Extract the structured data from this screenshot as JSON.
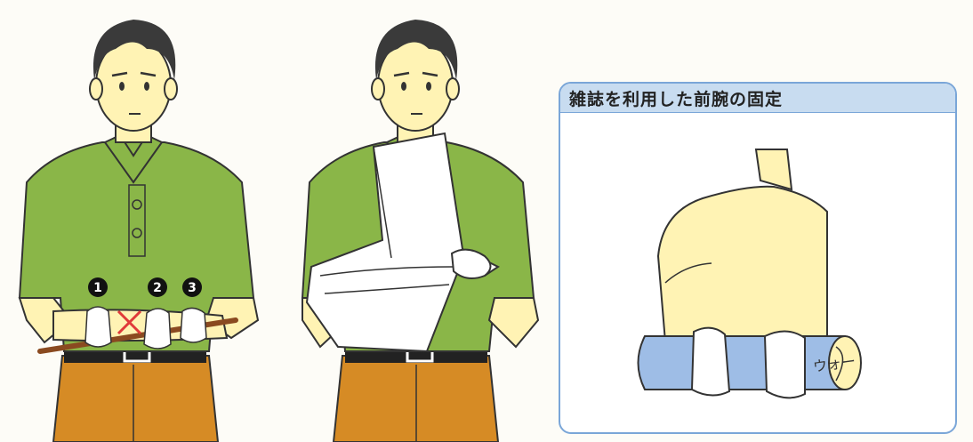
{
  "inset": {
    "title": "雑誌を利用した前腕の固定",
    "magazine_text": "ウォー"
  },
  "markers": [
    {
      "label": "1"
    },
    {
      "label": "2"
    },
    {
      "label": "3"
    }
  ],
  "colors": {
    "shirt": "#8ab648",
    "skin": "#fff3b4",
    "pants": "#d68b25",
    "hair": "#3a3a3a",
    "bandage": "#ffffff",
    "magazine": "#9ebde6",
    "inset_border": "#7aa6d8",
    "inset_header": "#c8dcf0",
    "splint": "#8a4a20",
    "x_mark": "#e03a3a"
  }
}
